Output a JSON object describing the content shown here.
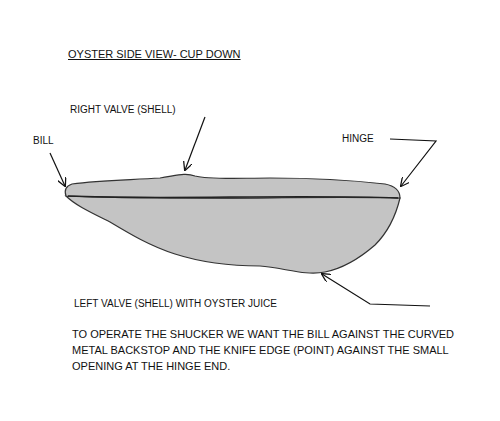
{
  "diagram": {
    "title": "OYSTER SIDE VIEW- CUP DOWN",
    "labels": [
      "RIGHT VALVE (SHELL)",
      "BILL",
      "HINGE",
      "LEFT VALVE (SHELL) WITH OYSTER JUICE",
      "TO OPERATE THE SHUCKER WE WANT THE BILL AGAINST THE CURVED METAL BACKSTOP AND THE KNIFE EDGE (POINT) AGAINST THE SMALL OPENING AT THE HINGE END."
    ]
  }
}
